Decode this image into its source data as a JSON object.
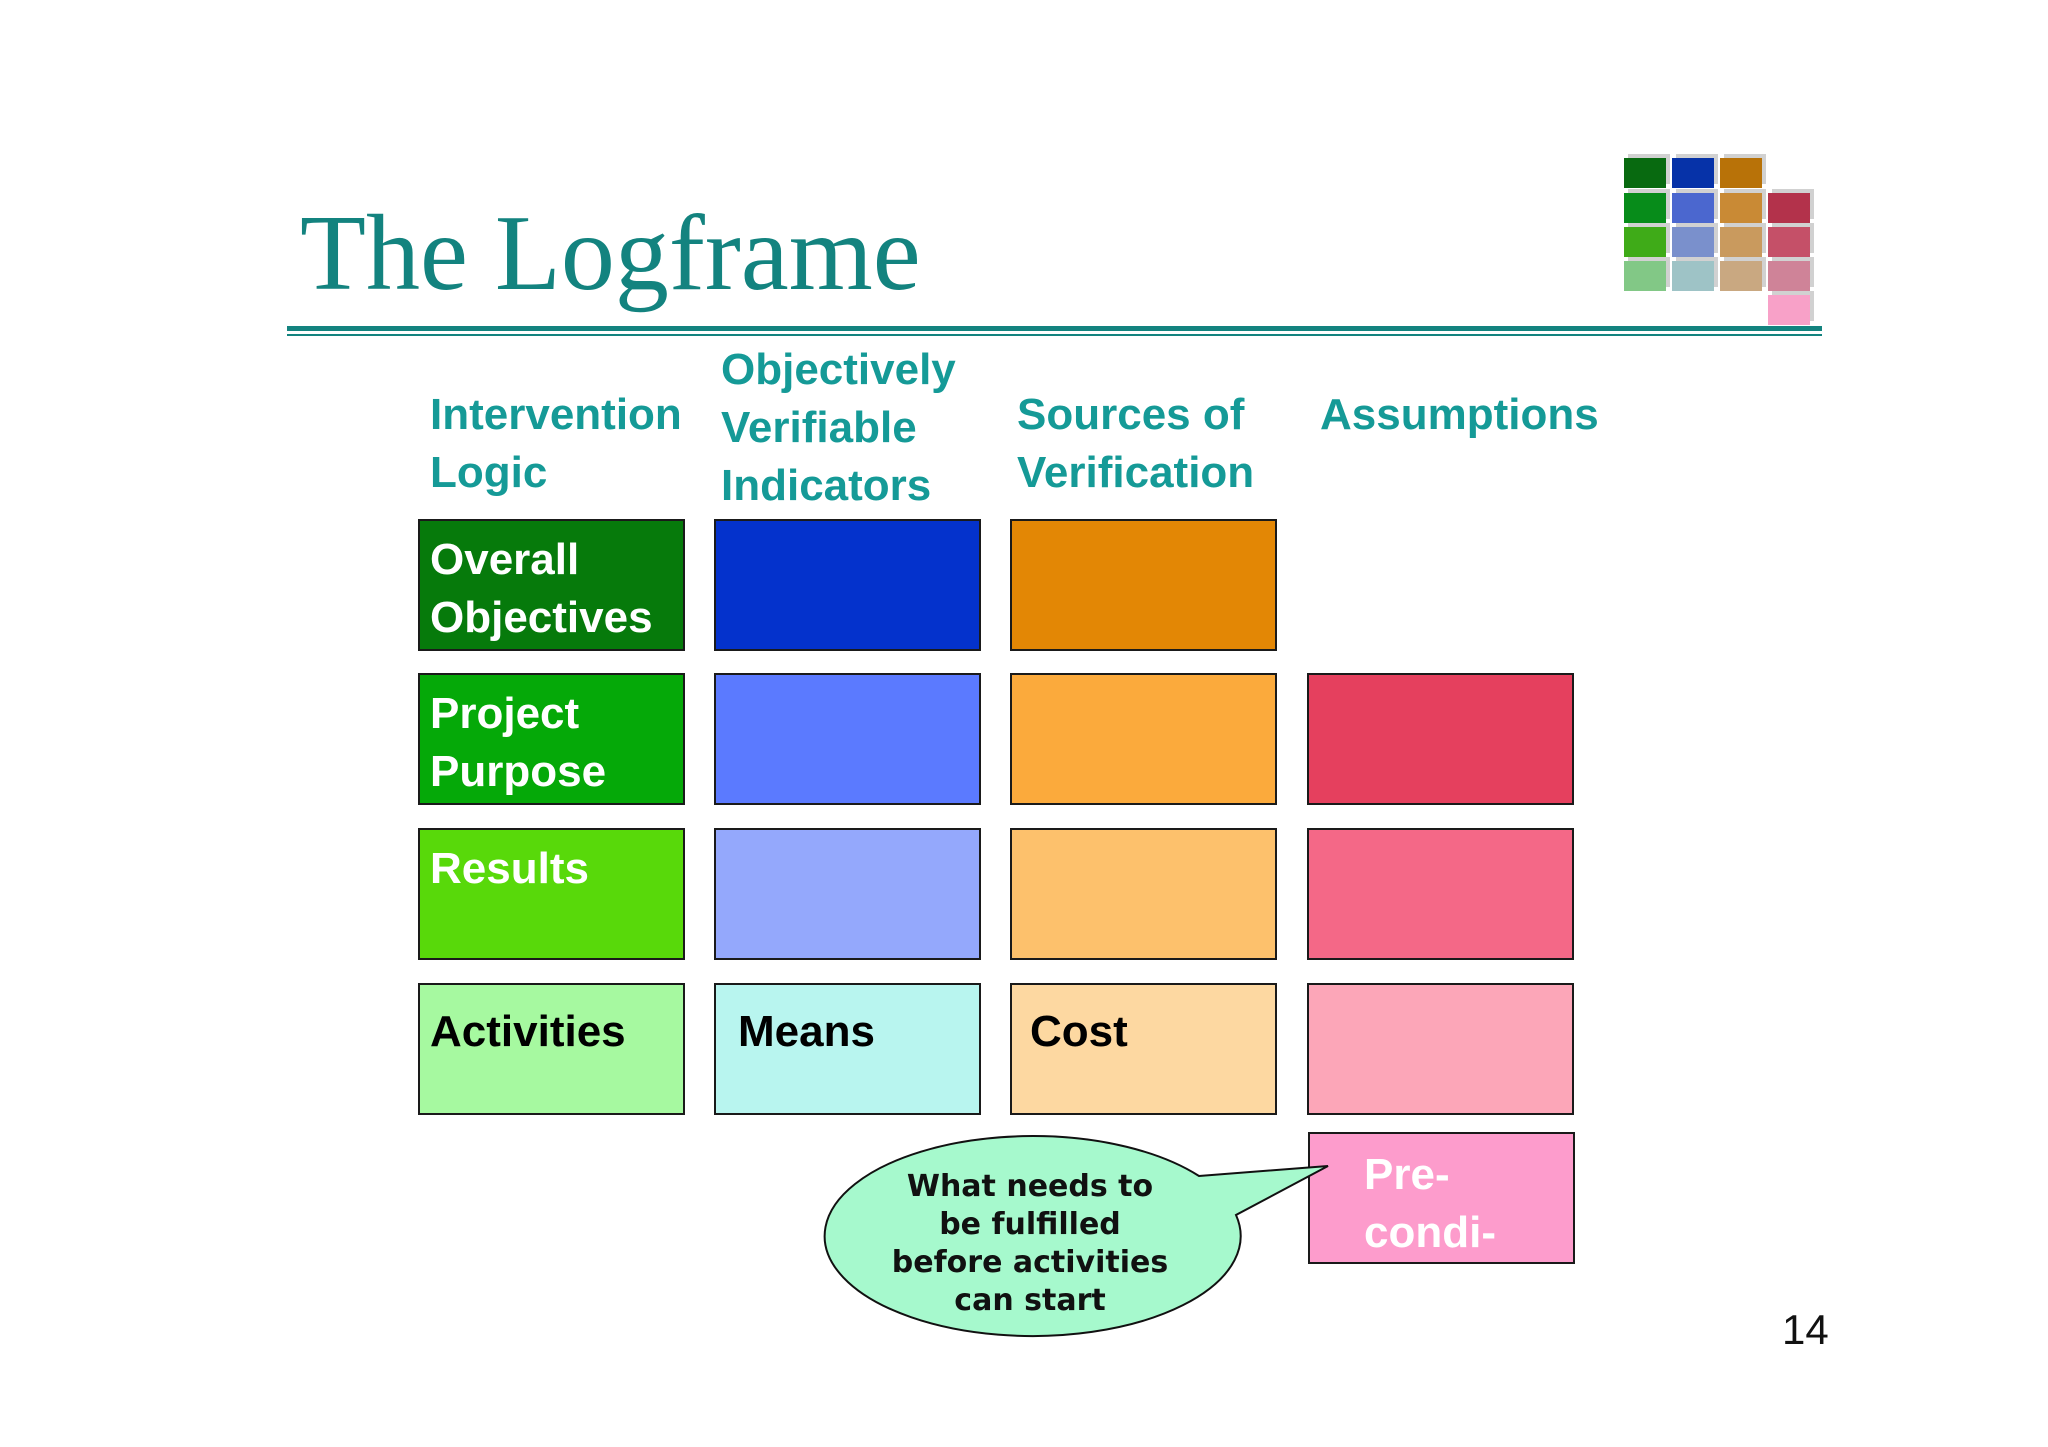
{
  "slide": {
    "title": "The Logframe",
    "page_number": "14"
  },
  "columns": [
    {
      "label": "Intervention\nLogic"
    },
    {
      "label": "Objectively\nVerifiable\nIndicators"
    },
    {
      "label": "Sources of\nVerification"
    },
    {
      "label": "Assumptions"
    }
  ],
  "matrix": {
    "overall_objectives": {
      "logic": {
        "label": "Overall\nObjectives",
        "color": "#067a0b",
        "text_color": "#ffffff"
      },
      "indicators": {
        "color": "#0432cc"
      },
      "sources": {
        "color": "#e38705"
      }
    },
    "project_purpose": {
      "logic": {
        "label": "Project\nPurpose",
        "color": "#05a908",
        "text_color": "#ffffff"
      },
      "indicators": {
        "color": "#5b7aff"
      },
      "sources": {
        "color": "#fbaa3c"
      },
      "assumptions": {
        "color": "#e5405e"
      }
    },
    "results": {
      "logic": {
        "label": "Results",
        "color": "#58d90a",
        "text_color": "#ffffff"
      },
      "indicators": {
        "color": "#94a8fc"
      },
      "sources": {
        "color": "#fdc16c"
      },
      "assumptions": {
        "color": "#f46887"
      }
    },
    "activities": {
      "logic": {
        "label": "Activities",
        "color": "#a6f9a0",
        "text_color": "#000000"
      },
      "indicators": {
        "label": "Means",
        "color": "#b8f5ef",
        "text_color": "#000000"
      },
      "sources": {
        "label": "Cost",
        "color": "#fdd8a1",
        "text_color": "#000000"
      },
      "assumptions": {
        "color": "#fca6b8"
      }
    },
    "preconditions": {
      "label": "Pre-condi-\ntions",
      "color": "#fd9ccc",
      "text_color": "#ffffff"
    }
  },
  "callout": {
    "text": "What needs to\nbe fulfilled\nbefore activities\ncan start",
    "color": "#a6f9cd"
  }
}
